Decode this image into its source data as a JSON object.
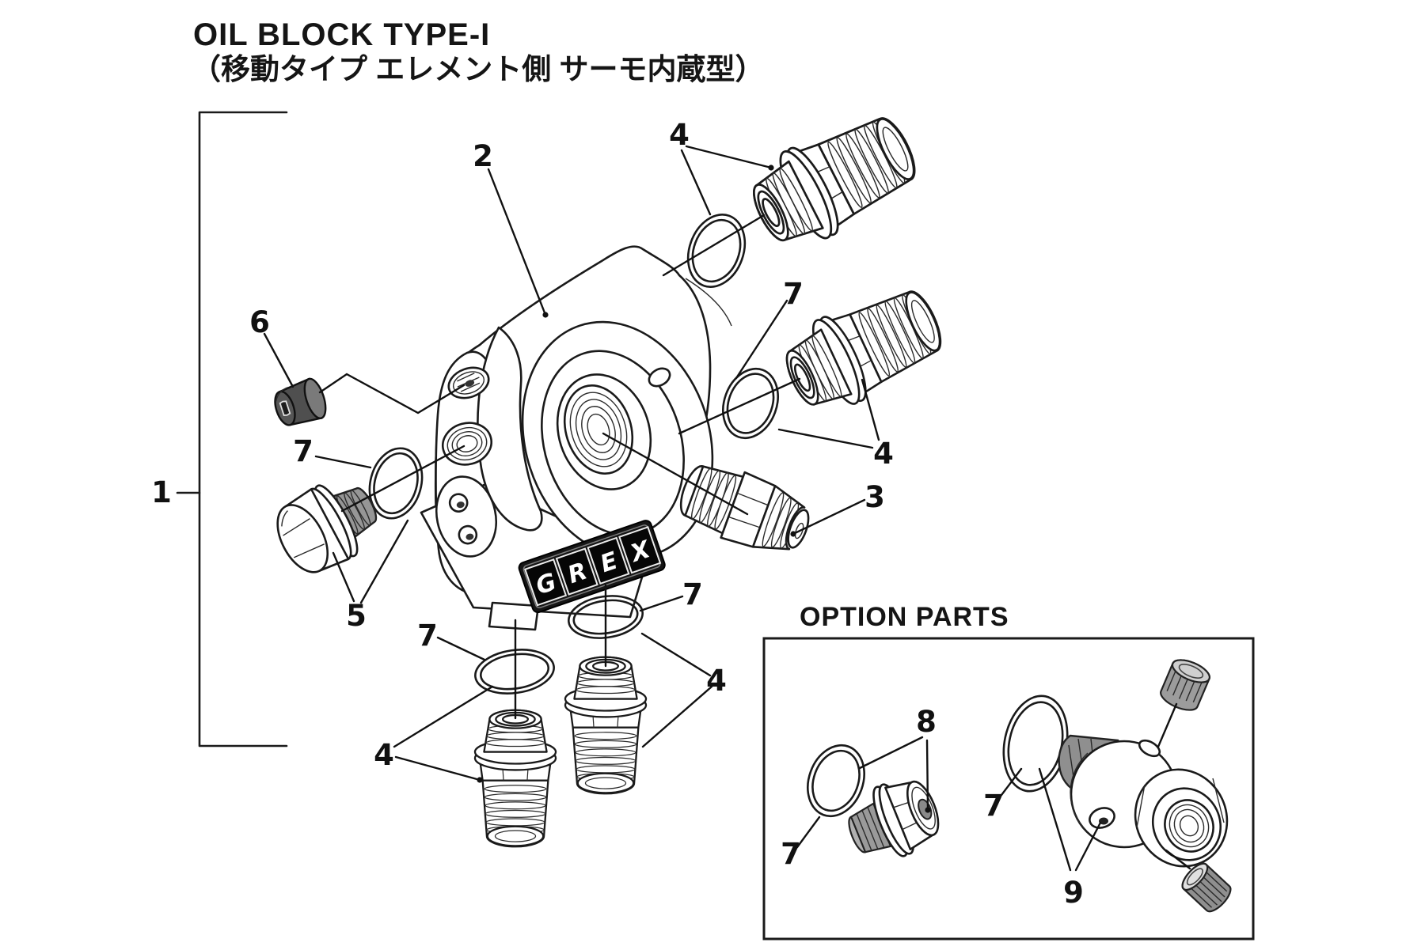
{
  "title": {
    "line1": "OIL BLOCK TYPE-I",
    "line2": "（移動タイプ エレメント側 サーモ内蔵型）"
  },
  "option_box": {
    "title": "OPTION PARTS"
  },
  "logo": {
    "name": "GREX",
    "letters": [
      "G",
      "R",
      "E",
      "X"
    ]
  },
  "callouts": {
    "c1": "1",
    "c2": "2",
    "c3": "3",
    "c4": "4",
    "c5": "5",
    "c6": "6",
    "c7": "7",
    "c8": "8",
    "c9": "9"
  }
}
